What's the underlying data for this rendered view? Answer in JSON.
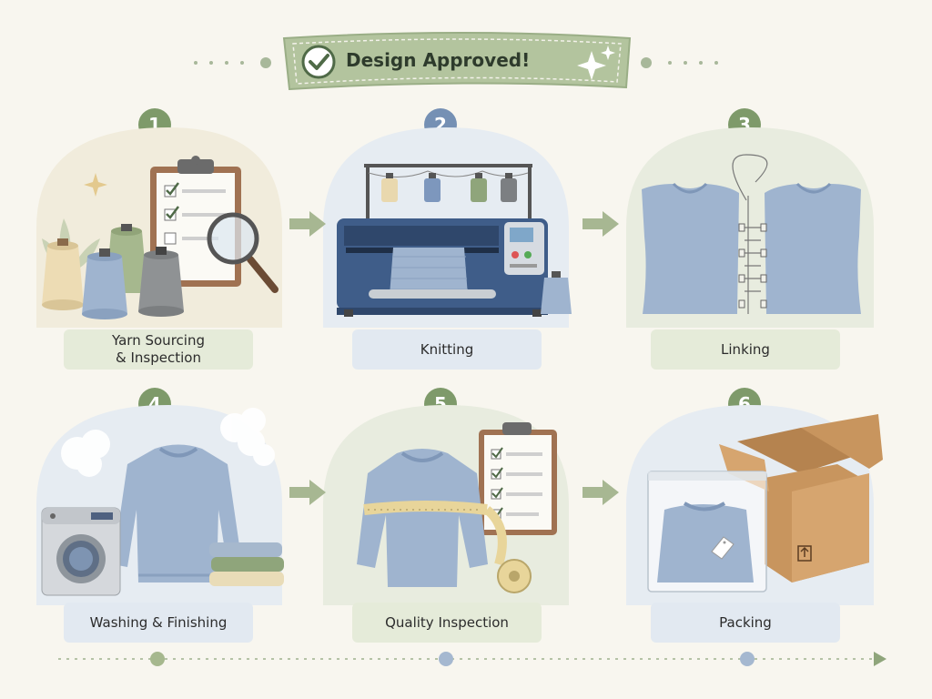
{
  "banner": {
    "title": "Design Approved!"
  },
  "steps": [
    {
      "number": "1",
      "label": "Yarn Sourcing\n& Inspection"
    },
    {
      "number": "2",
      "label": "Knitting"
    },
    {
      "number": "3",
      "label": "Linking"
    },
    {
      "number": "4",
      "label": "Washing & Finishing"
    },
    {
      "number": "5",
      "label": "Quality Inspection"
    },
    {
      "number": "6",
      "label": "Packing"
    }
  ],
  "colors": {
    "background": "#f8f6ef",
    "green_accent": "#7e9a6a",
    "blue_accent": "#7590b4",
    "sweater": "#9fb4cf",
    "cardboard": "#c8955e"
  }
}
